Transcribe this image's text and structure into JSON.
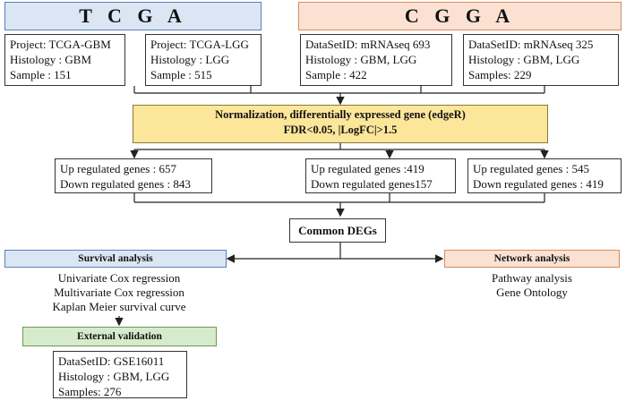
{
  "tcga": {
    "title": "T C G A",
    "gbm": {
      "project": "Project: TCGA-GBM",
      "histology": "Histology : GBM",
      "sample": "Sample : 151"
    },
    "lgg": {
      "project": "Project: TCGA-LGG",
      "histology": "Histology : LGG",
      "sample": "Sample : 515"
    }
  },
  "cgga": {
    "title": "C G G A",
    "set693": {
      "dataset": "DataSetID: mRNAseq 693",
      "histology": "Histology : GBM, LGG",
      "sample": "Sample : 422"
    },
    "set325": {
      "dataset": "DataSetID: mRNAseq 325",
      "histology": "Histology : GBM, LGG",
      "sample": "Samples: 229"
    }
  },
  "normalization": {
    "line1": "Normalization, differentially expressed gene (edgeR)",
    "line2": "FDR<0.05, |LogFC|>1.5"
  },
  "degs": [
    {
      "up": "Up regulated genes : 657",
      "down": "Down regulated genes : 843"
    },
    {
      "up": "Up regulated genes :419",
      "down": "Down regulated genes157"
    },
    {
      "up": "Up regulated genes : 545",
      "down": "Down regulated genes : 419"
    }
  ],
  "common_degs": "Common DEGs",
  "survival": {
    "title": "Survival analysis",
    "items": [
      "Univariate Cox regression",
      "Multivariate Cox regression",
      "Kaplan Meier survival curve"
    ]
  },
  "network": {
    "title": "Network analysis",
    "items": [
      "Pathway analysis",
      "Gene Ontology"
    ]
  },
  "validation": {
    "title": "External validation",
    "dataset": "DataSetID: GSE16011",
    "histology": "Histology : GBM, LGG",
    "sample": "Samples: 276"
  }
}
